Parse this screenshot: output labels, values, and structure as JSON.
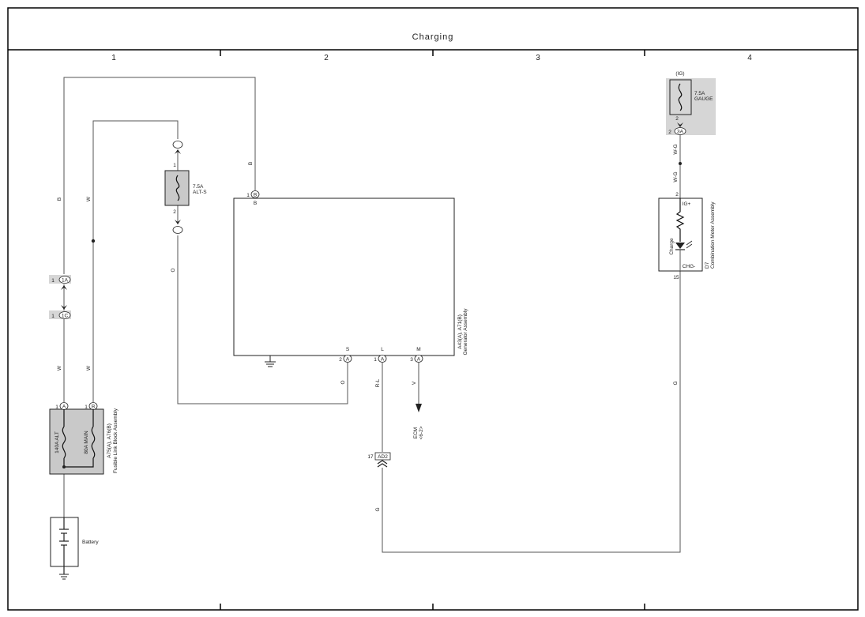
{
  "title": "Charging",
  "columns": [
    "1",
    "2",
    "3",
    "4"
  ],
  "components": {
    "generator": {
      "ref": "A43(A), A71(B)",
      "name": "Generator Assembly",
      "term_b_pin": "1",
      "term_b_conn": "B",
      "term_b_label": "B",
      "term_s_label": "S",
      "term_s_pin": "2",
      "term_s_conn": "A",
      "term_l_label": "L",
      "term_l_pin": "1",
      "term_l_conn": "A",
      "term_m_label": "M",
      "term_m_pin": "3",
      "term_m_conn": "A"
    },
    "fusible_link_block": {
      "ref": "A75(A), A76(B)",
      "name": "Fusible Link Block Assembly",
      "fuse1": "140A ALT",
      "fuse2": "80A MAIN",
      "pin_a_num": "1",
      "pin_a_conn": "A",
      "pin_b_num": "1",
      "pin_b_conn": "B"
    },
    "battery": {
      "name": "Battery"
    },
    "fuse_alt_s": {
      "rating": "7.5A",
      "name": "ALT-S",
      "pin_top": "1",
      "pin_bottom": "2"
    },
    "fuse_gauge": {
      "header": "(IG)",
      "rating": "7.5A",
      "name": "GAUGE",
      "pin": "2",
      "conn_pin": "2",
      "conn": "3A"
    },
    "meter": {
      "ref": "D7",
      "name": "Combination Meter Assembly",
      "pin_top": "2",
      "ig": "IG+",
      "indicator": "Charge",
      "chg": "CHG-",
      "pin_bottom": "15"
    },
    "ecm": {
      "name": "ECM",
      "ref": "<6-2>"
    },
    "conn_1a": {
      "pin": "1",
      "id": "1A"
    },
    "conn_1c": {
      "pin": "1",
      "id": "1C"
    },
    "conn_ad2": {
      "pin": "17",
      "id": "AD2"
    }
  },
  "wires": {
    "b1": "B",
    "b2": "B",
    "w1": "W",
    "w2": "W",
    "w3": "W",
    "o1": "O",
    "o2": "O",
    "rl": "R-L",
    "v": "V",
    "wg1": "W-G",
    "wg2": "W-G",
    "g1": "G",
    "g2": "G"
  },
  "colors": {
    "frame": "#000000",
    "wire": "#555555",
    "shade": "#d6d6d6",
    "fill": "#c9c9c9"
  }
}
